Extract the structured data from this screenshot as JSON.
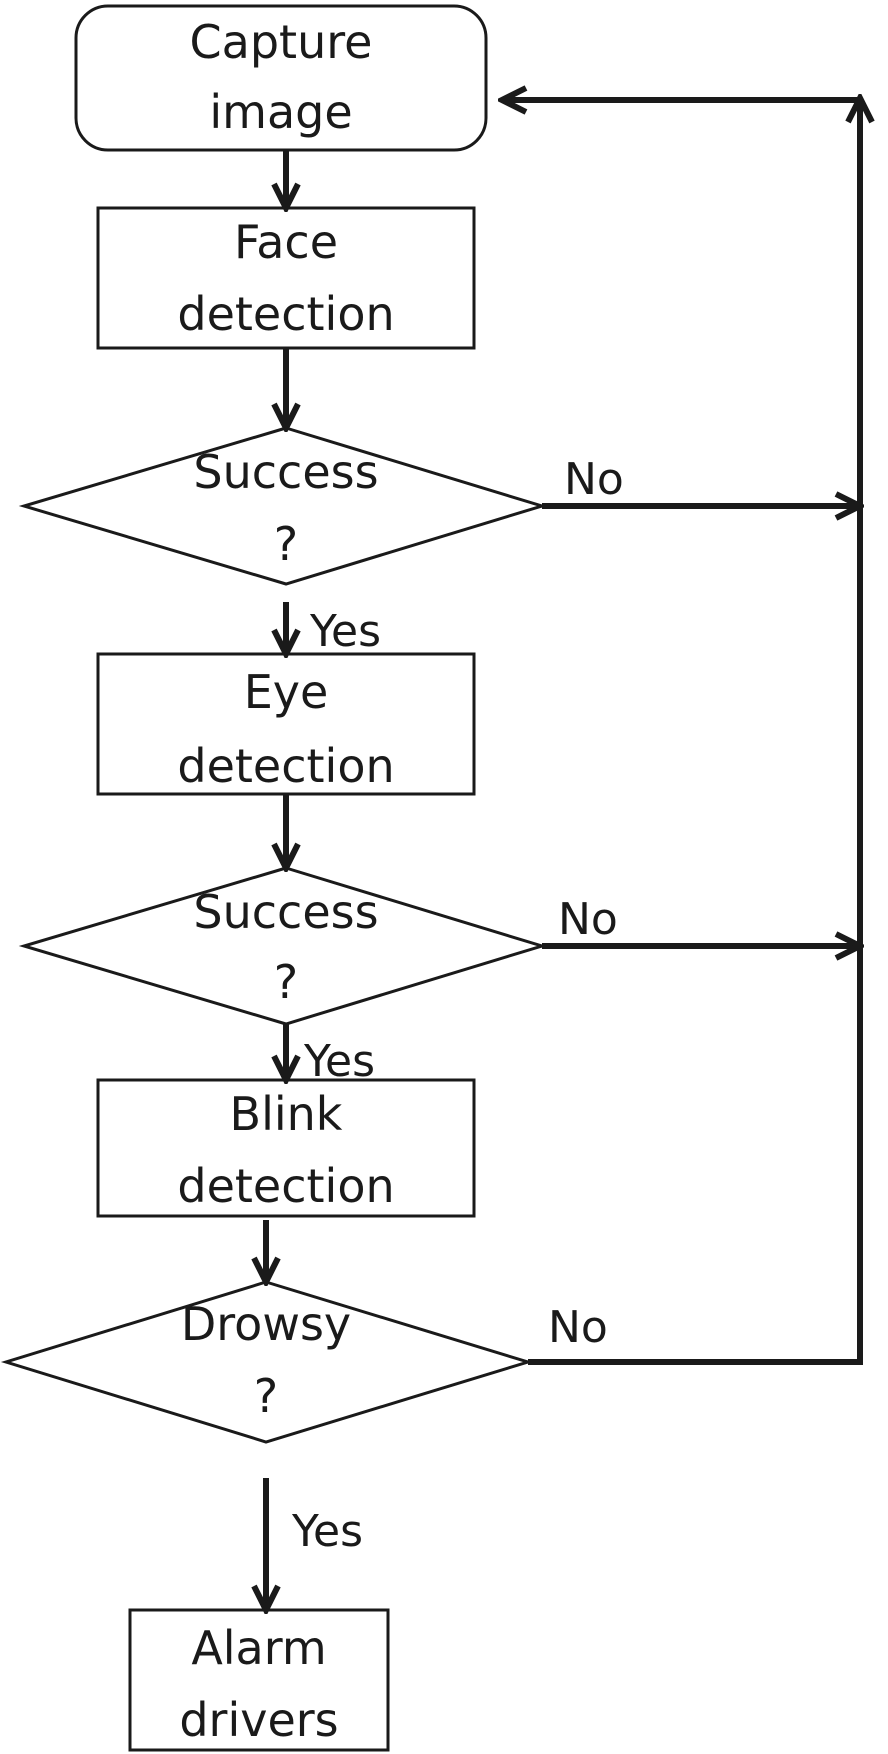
{
  "nodes": {
    "capture": {
      "line1": "Capture",
      "line2": "image"
    },
    "face": {
      "line1": "Face",
      "line2": "detection"
    },
    "success1": {
      "line1": "Success",
      "line2": "?"
    },
    "eye": {
      "line1": "Eye",
      "line2": "detection"
    },
    "success2": {
      "line1": "Success",
      "line2": "?"
    },
    "blink": {
      "line1": "Blink",
      "line2": "detection"
    },
    "drowsy": {
      "line1": "Drowsy",
      "line2": "?"
    },
    "alarm": {
      "line1": "Alarm",
      "line2": "drivers"
    }
  },
  "edges": {
    "success1_no": "No",
    "success1_yes": "Yes",
    "success2_no": "No",
    "success2_yes": "Yes",
    "drowsy_no": "No",
    "drowsy_yes": "Yes"
  },
  "colors": {
    "stroke": "#1a1a1a",
    "background": "#ffffff"
  }
}
